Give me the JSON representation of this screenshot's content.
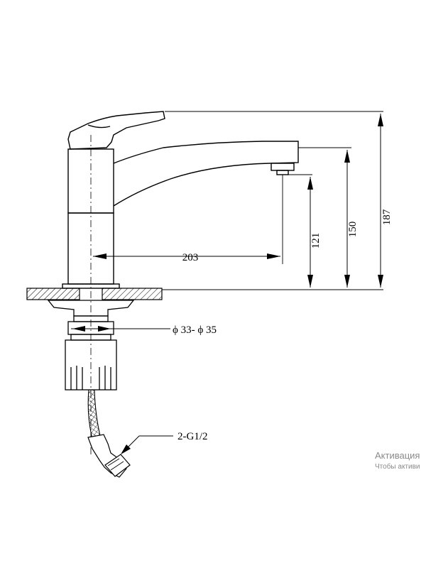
{
  "dimensions": {
    "overall_height": "187",
    "spout_height": "150",
    "outlet_height": "121",
    "spout_reach": "203",
    "mount_hole": "ϕ 33- ϕ 35",
    "hose_connection": "2-G1/2"
  },
  "watermark": {
    "line1": "Активация",
    "line2": "Чтобы активи"
  }
}
